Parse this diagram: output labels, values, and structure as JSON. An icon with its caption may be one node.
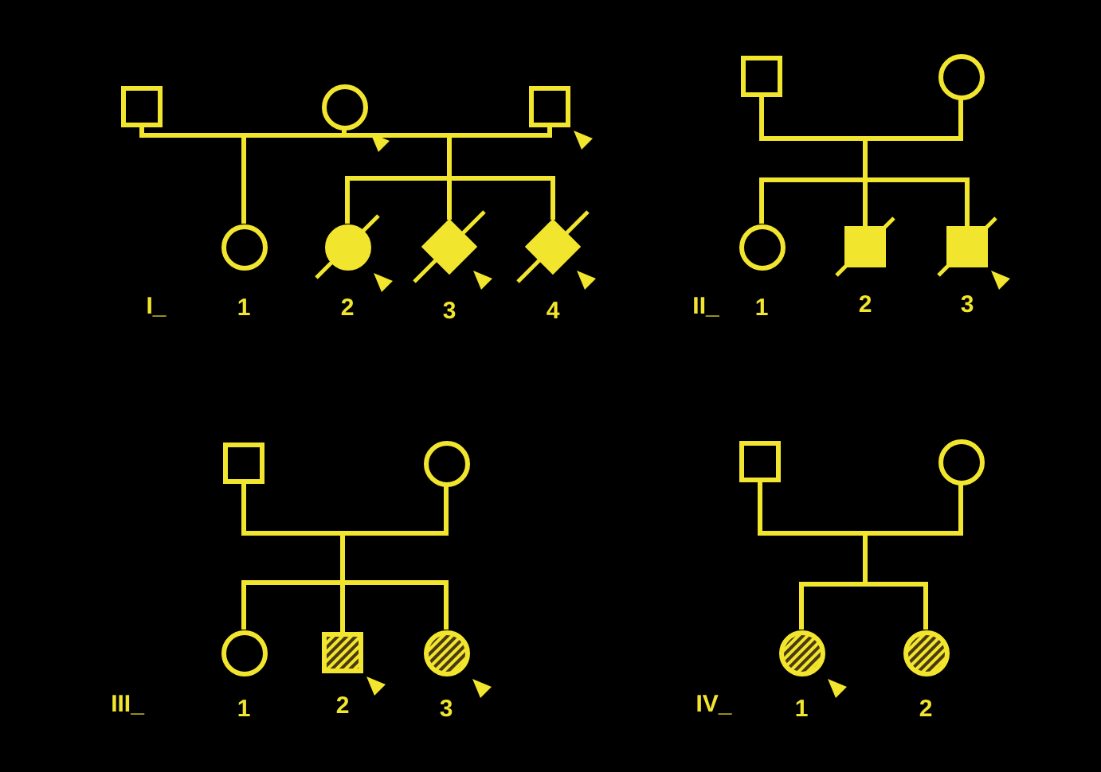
{
  "diagram": {
    "nodes": [
      {
        "text": [],
        "shape": "box"
      },
      {
        "text": [],
        "shape": "circle"
      },
      {
        "text": [],
        "shape": "box"
      },
      {
        "text": [],
        "shape": "box"
      },
      {
        "text": [],
        "shape": "circle"
      },
      {
        "text": [],
        "shape": "circle",
        "beside": [
          "1"
        ]
      },
      {
        "text": [],
        "shape": "circle",
        "beside": [
          "2"
        ]
      },
      {
        "text": [],
        "shape": "diamond",
        "beside": [
          "3"
        ]
      },
      {
        "text": [],
        "shape": "diamond",
        "beside": [
          "4"
        ]
      },
      {
        "text": [],
        "shape": "circle",
        "beside": [
          "1"
        ]
      },
      {
        "text": [],
        "shape": "box",
        "beside": [
          "2"
        ]
      },
      {
        "text": [],
        "shape": "box",
        "beside": [
          "3"
        ]
      },
      {
        "text": [],
        "shape": "box"
      },
      {
        "text": [],
        "shape": "circle"
      },
      {
        "text": [],
        "shape": "box"
      },
      {
        "text": [],
        "shape": "circle"
      },
      {
        "text": [],
        "shape": "circle",
        "beside": [
          "1"
        ]
      },
      {
        "text": [],
        "shape": "box",
        "beside": [
          "2"
        ]
      },
      {
        "text": [],
        "shape": "circle",
        "beside": [
          "3"
        ]
      },
      {
        "text": [],
        "shape": "circle",
        "beside": [
          "1"
        ]
      },
      {
        "text": [],
        "shape": "circle",
        "beside": [
          "2"
        ]
      }
    ],
    "edges": [
      {
        "from": 0,
        "to": 5,
        "arrow": "none"
      },
      {
        "from": 1,
        "to": 5,
        "arrow": "none"
      },
      {
        "from": 1,
        "to": 6,
        "arrow": "none"
      },
      {
        "from": 1,
        "to": 7,
        "arrow": "none"
      },
      {
        "from": 1,
        "to": 8,
        "arrow": "none"
      },
      {
        "from": 2,
        "to": 6,
        "arrow": "none"
      },
      {
        "from": 2,
        "to": 7,
        "arrow": "none"
      },
      {
        "from": 2,
        "to": 8,
        "arrow": "none"
      },
      {
        "from": 3,
        "to": 9,
        "arrow": "none"
      },
      {
        "from": 3,
        "to": 10,
        "arrow": "none"
      },
      {
        "from": 3,
        "to": 11,
        "arrow": "none"
      },
      {
        "from": 4,
        "to": 9,
        "arrow": "none"
      },
      {
        "from": 4,
        "to": 10,
        "arrow": "none"
      },
      {
        "from": 4,
        "to": 11,
        "arrow": "none"
      },
      {
        "from": 12,
        "to": 16,
        "arrow": "none"
      },
      {
        "from": 12,
        "to": 17,
        "arrow": "none"
      },
      {
        "from": 12,
        "to": 18,
        "arrow": "none"
      },
      {
        "from": 13,
        "to": 16,
        "arrow": "none"
      },
      {
        "from": 13,
        "to": 17,
        "arrow": "none"
      },
      {
        "from": 13,
        "to": 18,
        "arrow": "none"
      },
      {
        "from": 14,
        "to": 19,
        "arrow": "none"
      },
      {
        "from": 14,
        "to": 20,
        "arrow": "none"
      },
      {
        "from": 15,
        "to": 19,
        "arrow": "none"
      },
      {
        "from": 15,
        "to": 20,
        "arrow": "none"
      }
    ],
    "labels": [
      "I_",
      "II_",
      "III_",
      "IV_"
    ]
  }
}
